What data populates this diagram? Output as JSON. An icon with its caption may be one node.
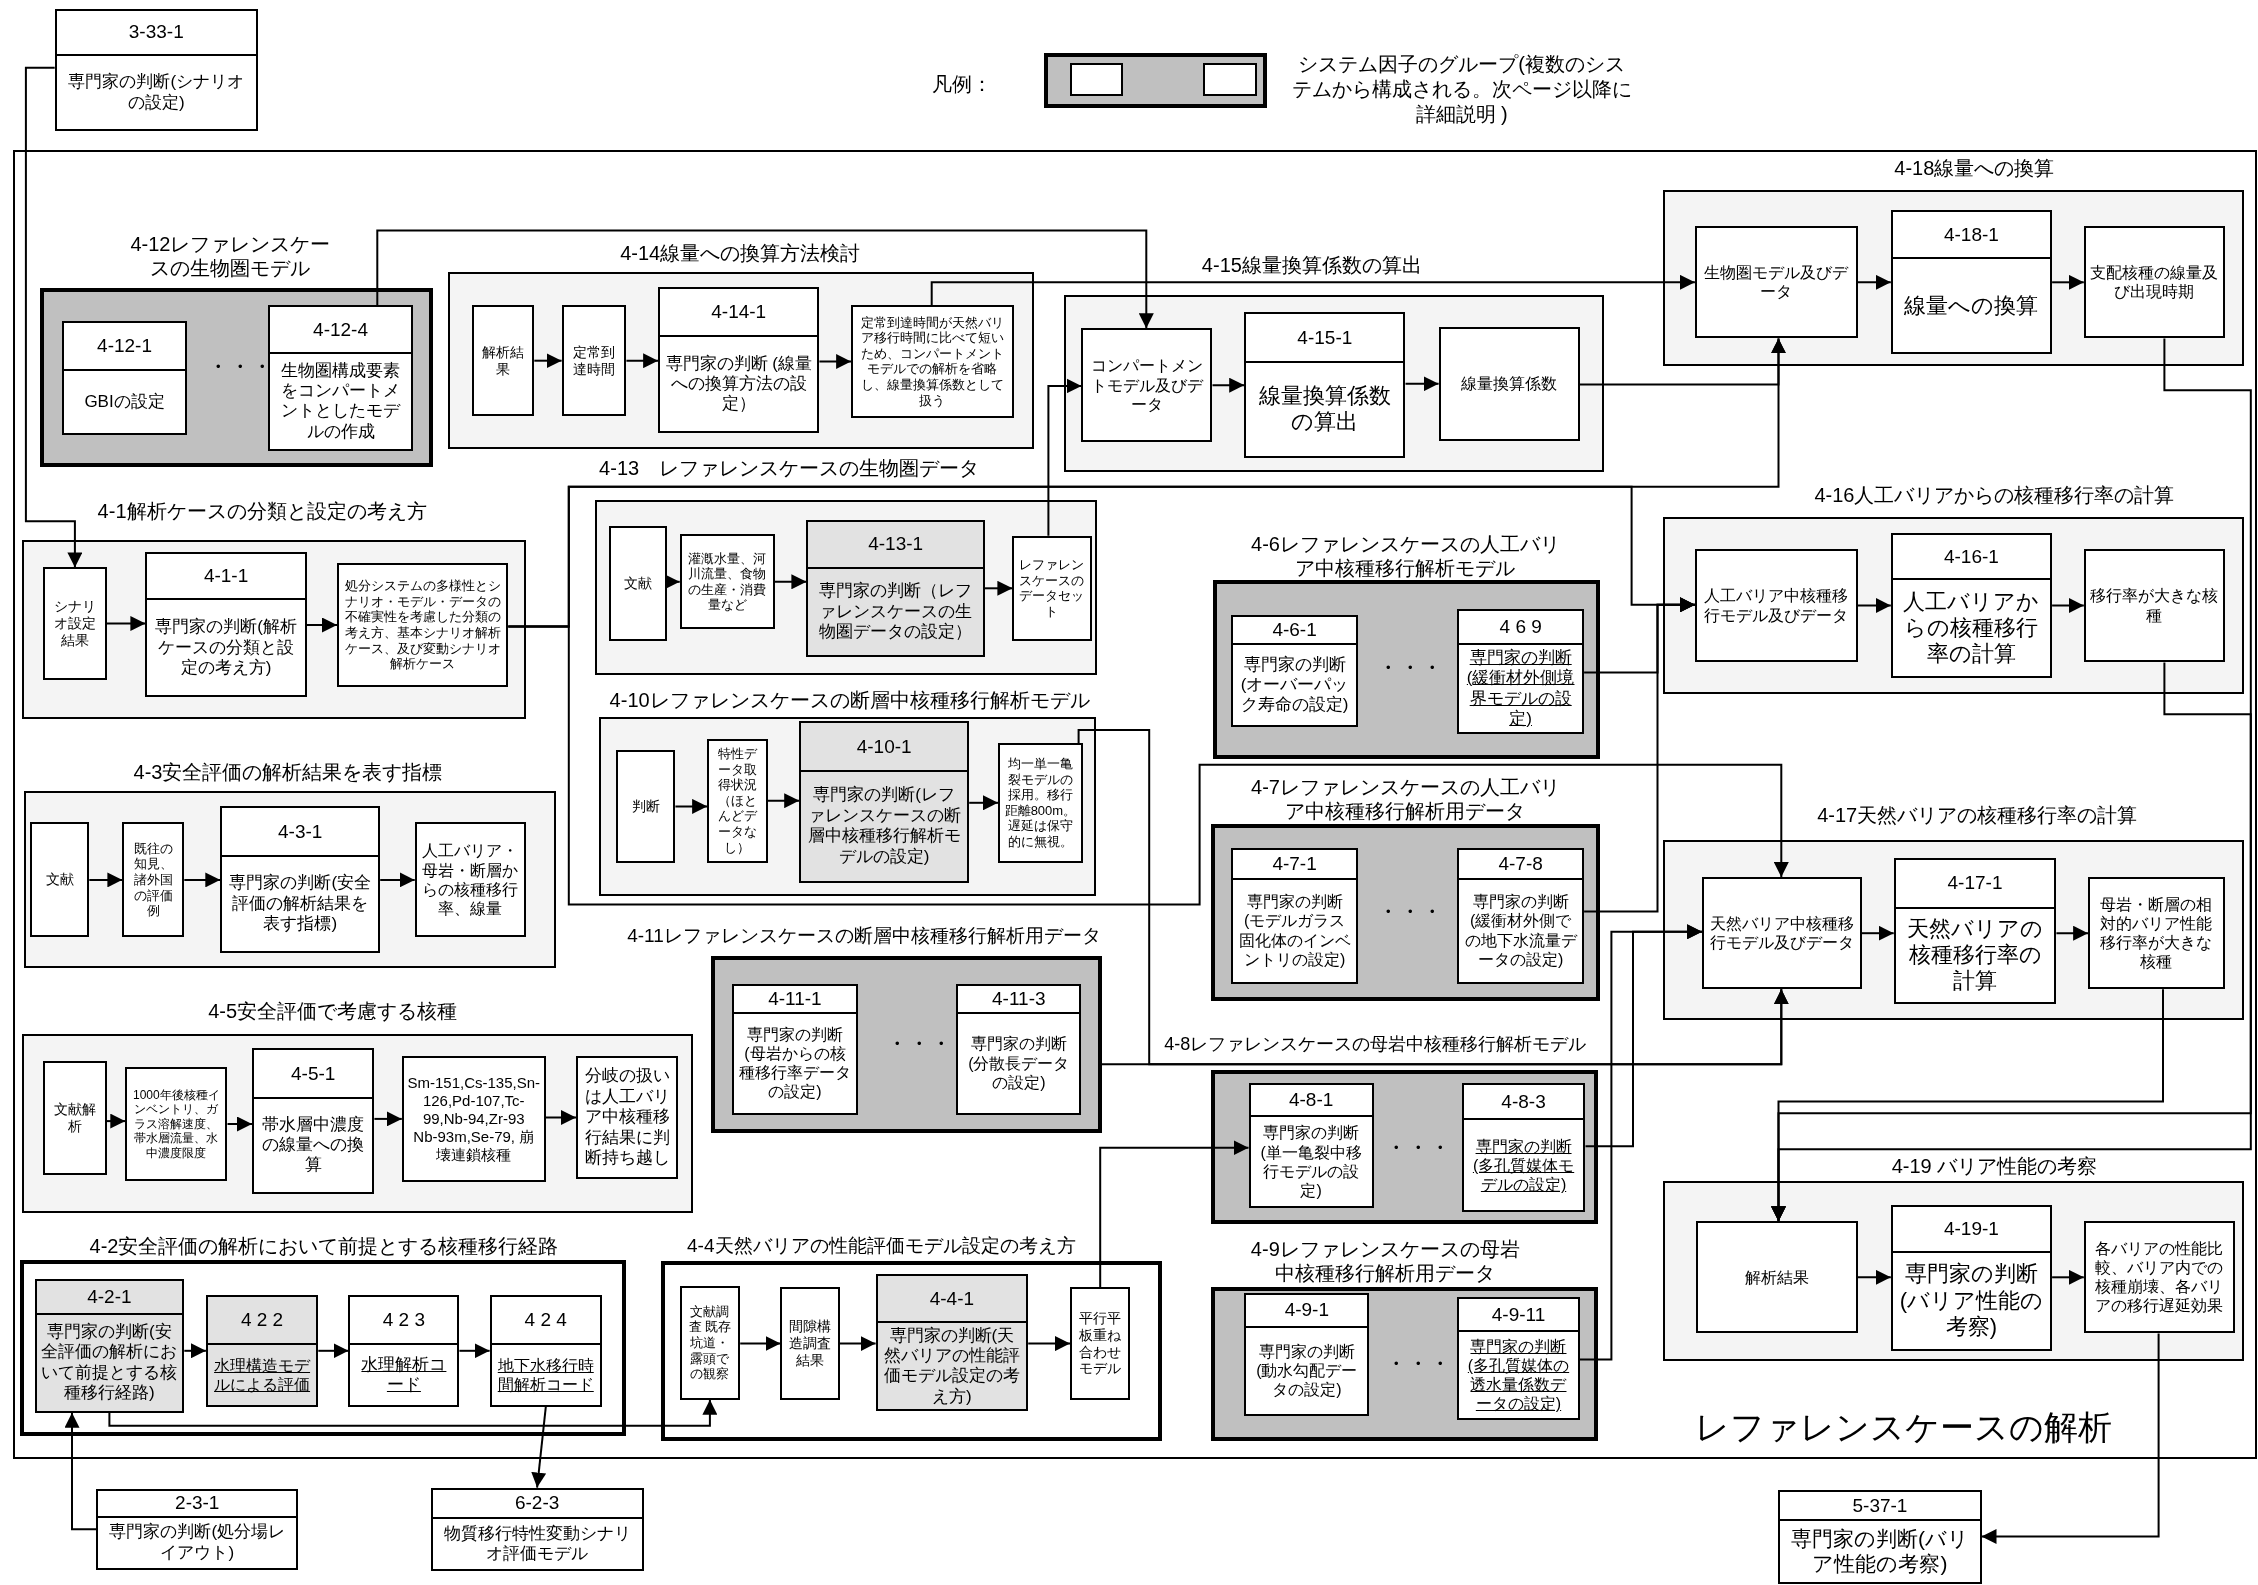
{
  "diagram": {
    "nodes": [
      {
        "text": [
          "3-33-1",
          "専門家の判断(シナリオの設定)"
        ]
      },
      {
        "text": [
          "レファレンスケースの解析"
        ]
      },
      {
        "text": [
          "4-12レファレンスケースの生物圏モデル"
        ],
        "in": 1
      },
      {
        "text": [
          "4-12-1",
          "GBIの設定"
        ],
        "in": 2
      },
      {
        "text": [
          "4-12-4",
          "生物圏構成要素をコンパートメントとしたモデルの作成"
        ],
        "in": 2
      },
      {
        "text": [
          "4-14線量への換算方法検討"
        ],
        "in": 1
      },
      {
        "text": [
          "解析結果"
        ],
        "in": 5
      },
      {
        "text": [
          "定常到達時間"
        ],
        "in": 5
      },
      {
        "text": [
          "4-14-1",
          "専門家の判断 (線量への換算方法の設定）"
        ],
        "in": 5
      },
      {
        "text": [
          "定常到達時間が天然バリア移行時間に比べて短いため、コンパートメントモデルでの解析を省略し、線量換算係数として扱う"
        ],
        "in": 5
      },
      {
        "text": [
          "4-15線量換算係数の算出"
        ],
        "in": 1
      },
      {
        "text": [
          "コンパートメントモデル及びデータ"
        ],
        "in": 10
      },
      {
        "text": [
          "4-15-1",
          "線量換算係数の算出"
        ],
        "in": 10
      },
      {
        "text": [
          "線量換算係数"
        ],
        "in": 10
      },
      {
        "text": [
          "4-18線量への換算"
        ],
        "in": 1
      },
      {
        "text": [
          "生物圏モデル及びデータ"
        ],
        "in": 14
      },
      {
        "text": [
          "4-18-1",
          "線量への換算"
        ],
        "in": 14
      },
      {
        "text": [
          "支配核種の線量及び出現時期"
        ],
        "in": 14
      },
      {
        "text": [
          "4-1解析ケースの分類と設定の考え方"
        ],
        "in": 1
      },
      {
        "text": [
          "シナリオ設定結果"
        ],
        "in": 18
      },
      {
        "text": [
          "4-1-1",
          "専門家の判断(解析ケースの分類と設定の考え方)"
        ],
        "in": 18
      },
      {
        "text": [
          "処分システムの多様性とシナリオ・モデル・データの不確実性を考慮した分類の考え方、基本シナリオ解析ケース、及び変動シナリオ解析ケース"
        ],
        "in": 18
      },
      {
        "text": [
          "4-13　レファレンスケースの生物圏データ"
        ],
        "in": 1
      },
      {
        "text": [
          "文献"
        ],
        "in": 22
      },
      {
        "text": [
          "灌漑水量、河川流量、食物の生産・消費量など"
        ],
        "in": 22
      },
      {
        "text": [
          "4-13-1",
          "専門家の判断（レファレンスケースの生物圏データの設定）"
        ],
        "in": 22
      },
      {
        "text": [
          "レファレンスケースのデータセット"
        ],
        "in": 22
      },
      {
        "text": [
          "4-16人工バリアからの核種移行率の計算"
        ],
        "in": 1
      },
      {
        "text": [
          "人工バリア中核種移行モデル及びデータ"
        ],
        "in": 27
      },
      {
        "text": [
          "4-16-1",
          "人工バリアからの核種移行率の計算"
        ],
        "in": 27
      },
      {
        "text": [
          "移行率が大きな核種"
        ],
        "in": 27
      },
      {
        "text": [
          "4-6レファレンスケースの人工バリア中核種移行解析モデル"
        ],
        "in": 1
      },
      {
        "text": [
          "4-6-1",
          "専門家の判断(オーバーパック寿命の設定)"
        ],
        "in": 31
      },
      {
        "text": [
          "4 6 9",
          "専門家の判断(緩衝材外側境界モデルの設定)"
        ],
        "in": 31
      },
      {
        "text": [
          "4-10レファレンスケースの断層中核種移行解析モデル"
        ],
        "in": 1
      },
      {
        "text": [
          "判断"
        ],
        "in": 34
      },
      {
        "text": [
          "特性データ取得状況（ほとんどデータなし）"
        ],
        "in": 34
      },
      {
        "text": [
          "4-10-1",
          "専門家の判断(レファレンスケースの断層中核種移行解析モデルの設定)"
        ],
        "in": 34
      },
      {
        "text": [
          "均一単一亀裂モデルの採用。移行距離800m。遅延は保守的に無視。"
        ],
        "in": 34
      },
      {
        "text": [
          "4-3安全評価の解析結果を表す指標"
        ],
        "in": 1
      },
      {
        "text": [
          "文献"
        ],
        "in": 39
      },
      {
        "text": [
          "既往の知見、諸外国の評価例"
        ],
        "in": 39
      },
      {
        "text": [
          "4-3-1",
          "専門家の判断(安全評価の解析結果を表す指標)"
        ],
        "in": 39
      },
      {
        "text": [
          "人工バリア・母岩・断層からの核種移行率、線量"
        ],
        "in": 39
      },
      {
        "text": [
          "4-7レファレンスケースの人工バリア中核種移行解析用データ"
        ],
        "in": 1
      },
      {
        "text": [
          "4-7-1",
          "専門家の判断(モデルガラス固化体のインベントリの設定)"
        ],
        "in": 44
      },
      {
        "text": [
          "4-7-8",
          "専門家の判断(緩衝材外側での地下水流量データの設定)"
        ],
        "in": 44
      },
      {
        "text": [
          "4-17天然バリアの核種移行率の計算"
        ],
        "in": 1
      },
      {
        "text": [
          "天然バリア中核種移行モデル及びデータ"
        ],
        "in": 47
      },
      {
        "text": [
          "4-17-1",
          "天然バリアの核種移行率の計算"
        ],
        "in": 47
      },
      {
        "text": [
          "母岩・断層の相対的バリア性能移行率が大きな核種"
        ],
        "in": 47
      },
      {
        "text": [
          "4-11レファレンスケースの断層中核種移行解析用データ"
        ],
        "in": 1
      },
      {
        "text": [
          "4-11-1",
          "専門家の判断(母岩からの核種移行率データの設定)"
        ],
        "in": 51
      },
      {
        "text": [
          "4-11-3",
          "専門家の判断(分散長データの設定)"
        ],
        "in": 51
      },
      {
        "text": [
          "4-5安全評価で考慮する核種"
        ],
        "in": 1
      },
      {
        "text": [
          "文献解析"
        ],
        "in": 54
      },
      {
        "text": [
          "1000年後核種インベントリ、ガラス溶解速度、帯水層流量、水中濃度限度"
        ],
        "in": 54
      },
      {
        "text": [
          "4-5-1",
          "帯水層中濃度の線量への換算"
        ],
        "in": 54
      },
      {
        "text": [
          "Sm-151,Cs-135,Sn-126,Pd-107,Tc-99,Nb-94,Zr-93　Nb-93m,Se-79, 崩壊連鎖核種"
        ],
        "in": 54
      },
      {
        "text": [
          "分岐の扱いは人工バリア中核種移行結果に判断持ち越し"
        ],
        "in": 54
      },
      {
        "text": [
          "4-8レファレンスケースの母岩中核種移行解析モデル"
        ],
        "in": 1
      },
      {
        "text": [
          "4-8-1",
          "専門家の判断(単一亀裂中移行モデルの設定)"
        ],
        "in": 60
      },
      {
        "text": [
          "4-8-3",
          "専門家の判断(多孔質媒体モデルの設定)"
        ],
        "in": 60
      },
      {
        "text": [
          "4-19 バリア性能の考察"
        ],
        "in": 1
      },
      {
        "text": [
          "解析結果"
        ],
        "in": 63
      },
      {
        "text": [
          "4-19-1",
          "専門家の判断(バリア性能の考察)"
        ],
        "in": 63
      },
      {
        "text": [
          "各バリアの性能比較、バリア内での核種崩壊、各バリアの移行遅延効果"
        ],
        "in": 63
      },
      {
        "text": [
          "4-9レファレンスケースの母岩中核種移行解析用データ"
        ],
        "in": 1
      },
      {
        "text": [
          "4-9-1",
          "専門家の判断(動水勾配データの設定)"
        ],
        "in": 67
      },
      {
        "text": [
          "4-9-11",
          "専門家の判断(多孔質媒体の透水量係数データの設定)"
        ],
        "in": 67
      },
      {
        "text": [
          "4-2安全評価の解析において前提とする核種移行経路"
        ],
        "in": 1
      },
      {
        "text": [
          "4-2-1",
          "専門家の判断(安全評価の解析において前提とする核種移行経路)"
        ],
        "in": 70
      },
      {
        "text": [
          "4 2 2",
          "水理構造モデルによる評価"
        ],
        "in": 70
      },
      {
        "text": [
          "4 2 3",
          "水理解析コード"
        ],
        "in": 70
      },
      {
        "text": [
          "4 2 4",
          "地下水移行時間解析コード"
        ],
        "in": 70
      },
      {
        "text": [
          "4-4天然バリアの性能評価モデル設定の考え方"
        ],
        "in": 1
      },
      {
        "text": [
          "文献調査 既存坑道・露頭での観察"
        ],
        "in": 75
      },
      {
        "text": [
          "間隙構造調査結果"
        ],
        "in": 75
      },
      {
        "text": [
          "4-4-1",
          "専門家の判断(天然バリアの性能評価モデル設定の考え方)"
        ],
        "in": 75
      },
      {
        "text": [
          "平行平板重ね合わせモデル"
        ],
        "in": 75
      },
      {
        "text": [
          "2-3-1",
          "専門家の判断(処分場レイアウト)"
        ]
      },
      {
        "text": [
          "6-2-3",
          "物質移行特性変動シナリオ評価モデル"
        ]
      },
      {
        "text": [
          "5-37-1",
          "専門家の判断(バリア性能の考察)"
        ]
      }
    ],
    "edges": [
      {
        "from": 6,
        "to": 7,
        "arrow": "to"
      },
      {
        "from": 7,
        "to": 8,
        "arrow": "to"
      },
      {
        "from": 8,
        "to": 9,
        "arrow": "to"
      },
      {
        "from": 11,
        "to": 12,
        "arrow": "to"
      },
      {
        "from": 12,
        "to": 13,
        "arrow": "to"
      },
      {
        "from": 15,
        "to": 16,
        "arrow": "to"
      },
      {
        "from": 16,
        "to": 17,
        "arrow": "to"
      },
      {
        "from": 19,
        "to": 20,
        "arrow": "to"
      },
      {
        "from": 20,
        "to": 21,
        "arrow": "to"
      },
      {
        "from": 23,
        "to": 24,
        "arrow": "to"
      },
      {
        "from": 24,
        "to": 25,
        "arrow": "to"
      },
      {
        "from": 25,
        "to": 26,
        "arrow": "to"
      },
      {
        "from": 28,
        "to": 29,
        "arrow": "to"
      },
      {
        "from": 29,
        "to": 30,
        "arrow": "to"
      },
      {
        "from": 35,
        "to": 36,
        "arrow": "to"
      },
      {
        "from": 36,
        "to": 37,
        "arrow": "to"
      },
      {
        "from": 37,
        "to": 38,
        "arrow": "to"
      },
      {
        "from": 40,
        "to": 41,
        "arrow": "to"
      },
      {
        "from": 41,
        "to": 42,
        "arrow": "to"
      },
      {
        "from": 42,
        "to": 43,
        "arrow": "to"
      },
      {
        "from": 48,
        "to": 49,
        "arrow": "to"
      },
      {
        "from": 49,
        "to": 50,
        "arrow": "to"
      },
      {
        "from": 55,
        "to": 56,
        "arrow": "to"
      },
      {
        "from": 56,
        "to": 57,
        "arrow": "to"
      },
      {
        "from": 57,
        "to": 58,
        "arrow": "to"
      },
      {
        "from": 58,
        "to": 59,
        "arrow": "to"
      },
      {
        "from": 64,
        "to": 65,
        "arrow": "to"
      },
      {
        "from": 65,
        "to": 66,
        "arrow": "to"
      },
      {
        "from": 71,
        "to": 72,
        "arrow": "to"
      },
      {
        "from": 72,
        "to": 73,
        "arrow": "to"
      },
      {
        "from": 73,
        "to": 74,
        "arrow": "to"
      },
      {
        "from": 76,
        "to": 77,
        "arrow": "to"
      },
      {
        "from": 77,
        "to": 78,
        "arrow": "to"
      },
      {
        "from": 78,
        "to": 79,
        "arrow": "to"
      },
      {
        "from": 0,
        "to": 19,
        "arrow": "to"
      },
      {
        "from": 4,
        "to": 11,
        "arrow": "to"
      },
      {
        "from": 9,
        "to": 15,
        "arrow": "to"
      },
      {
        "from": 26,
        "to": 11,
        "arrow": "to"
      },
      {
        "from": 13,
        "to": 15,
        "arrow": "to"
      },
      {
        "from": 21,
        "to": 15,
        "arrow": "to"
      },
      {
        "from": 21,
        "to": 28,
        "arrow": "to"
      },
      {
        "from": 21,
        "to": 48,
        "arrow": "to"
      },
      {
        "from": 33,
        "to": 28,
        "arrow": "to"
      },
      {
        "from": 46,
        "to": 28,
        "arrow": "to"
      },
      {
        "from": 38,
        "to": 48,
        "arrow": "to"
      },
      {
        "from": 51,
        "to": 48,
        "arrow": "to"
      },
      {
        "from": 62,
        "to": 48,
        "arrow": "to"
      },
      {
        "from": 69,
        "to": 48,
        "arrow": "to"
      },
      {
        "from": 79,
        "to": 61,
        "arrow": "to"
      },
      {
        "from": 71,
        "to": 76,
        "arrow": "to"
      },
      {
        "from": 74,
        "to": 81,
        "arrow": "to"
      },
      {
        "from": 80,
        "to": 71,
        "arrow": "to"
      },
      {
        "from": 17,
        "to": 64,
        "arrow": "to"
      },
      {
        "from": 30,
        "to": 64,
        "arrow": "to"
      },
      {
        "from": 50,
        "to": 64,
        "arrow": "to"
      },
      {
        "from": 66,
        "to": 82,
        "arrow": "to"
      }
    ],
    "labels": [
      "凡例：",
      "・・・",
      "・・・",
      "・・・",
      "・・・",
      "・・・",
      "・・・"
    ],
    "legend": [
      {
        "text": "システム因子のグループ(複数のシステムから構成される。次ページ以降に詳細説明 )"
      }
    ]
  }
}
